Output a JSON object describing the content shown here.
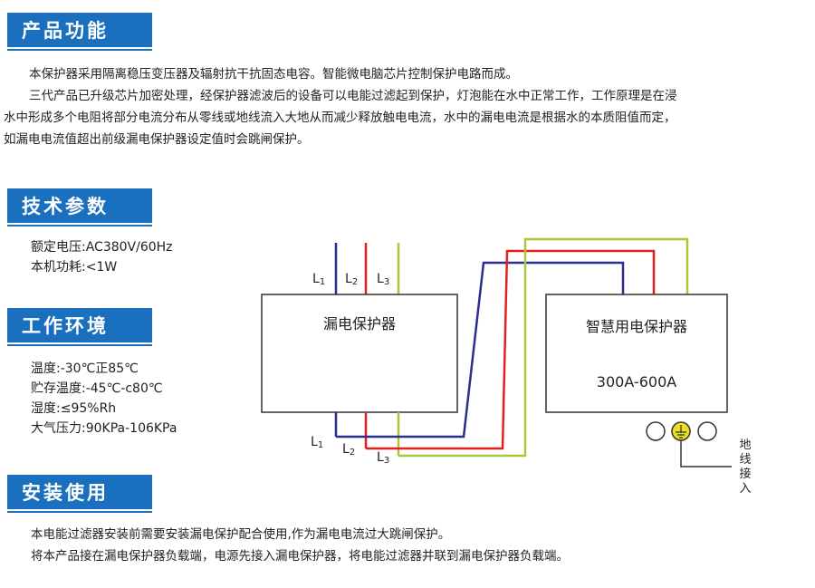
{
  "sections": {
    "function": {
      "title": "产品功能",
      "lines": [
        "本保护器采用隔离稳压变压器及辐射抗干抗固态电容。智能微电脑芯片控制保护电路而成。",
        "三代产品已升级芯片加密处理，经保护器滤波后的设备可以电能过滤起到保护，灯泡能在水中正常工作，工作原理是在浸",
        "水中形成多个电阻将部分电流分布从零线或地线流入大地从而减少释放触电电流，水中的漏电电流是根据水的本质阻值而定，",
        "如漏电电流值超出前级漏电保护器设定值时会跳闸保护。"
      ]
    },
    "tech": {
      "title": "技术参数",
      "items": [
        "额定电压:AC380V/60Hz",
        "本机功耗:<1W"
      ]
    },
    "env": {
      "title": "工作环境",
      "items": [
        "温度:-30℃正85℃",
        "贮存温度:-45℃-c80℃",
        "湿度:≤95%Rh",
        "大气压力:90KPa-106KPa"
      ]
    },
    "install": {
      "title": "安装使用",
      "lines": [
        "本电能过滤器安装前需要安装漏电保护配合使用,作为漏电电流过大跳闸保护。",
        "将本产品接在漏电保护器负载端，电源先接入漏电保护器，将电能过滤器并联到漏电保护器负载端。"
      ]
    }
  },
  "diagram": {
    "leakage_box_label": "漏电保护器",
    "smart_box_label": "智慧用电保护器",
    "smart_box_rating": "300A-600A",
    "top_phases": [
      "L1",
      "L2",
      "L3"
    ],
    "bottom_phases": [
      "L1",
      "L2",
      "L3"
    ],
    "ground_label": "地线接入",
    "wire_colors": {
      "L1": "#2d2d8f",
      "L2": "#e02020",
      "L3": "#a8c83c",
      "ground_terminal": "#e8e020"
    }
  }
}
